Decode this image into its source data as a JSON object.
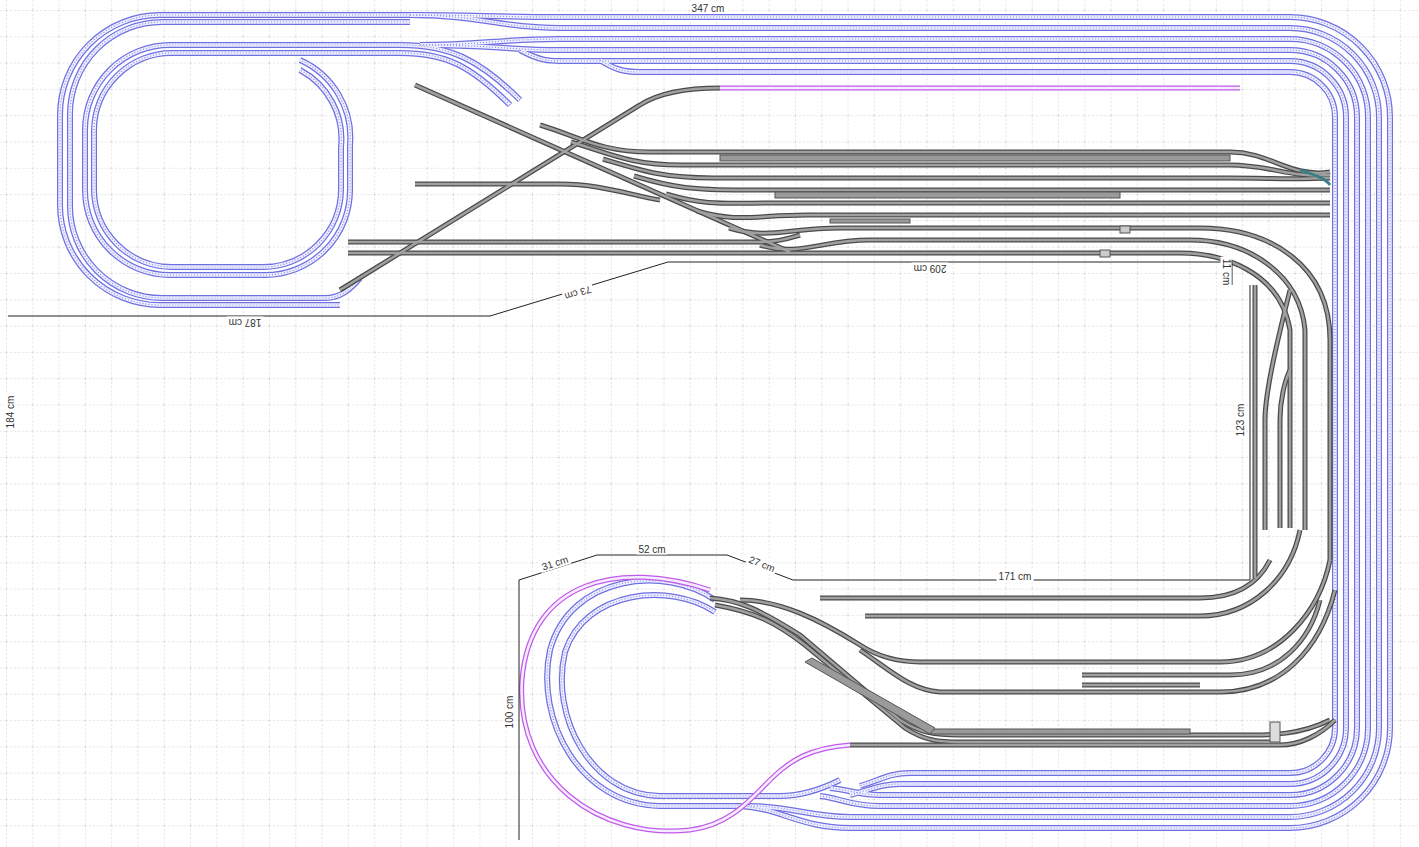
{
  "diagram": {
    "labels": [
      "347 cm",
      "187 cm",
      "73 cm",
      "209 cm",
      "11 cm",
      "123 cm",
      "31 cm",
      "52 cm",
      "27 cm",
      "171 cm",
      "100 cm",
      "184 cm"
    ]
  }
}
